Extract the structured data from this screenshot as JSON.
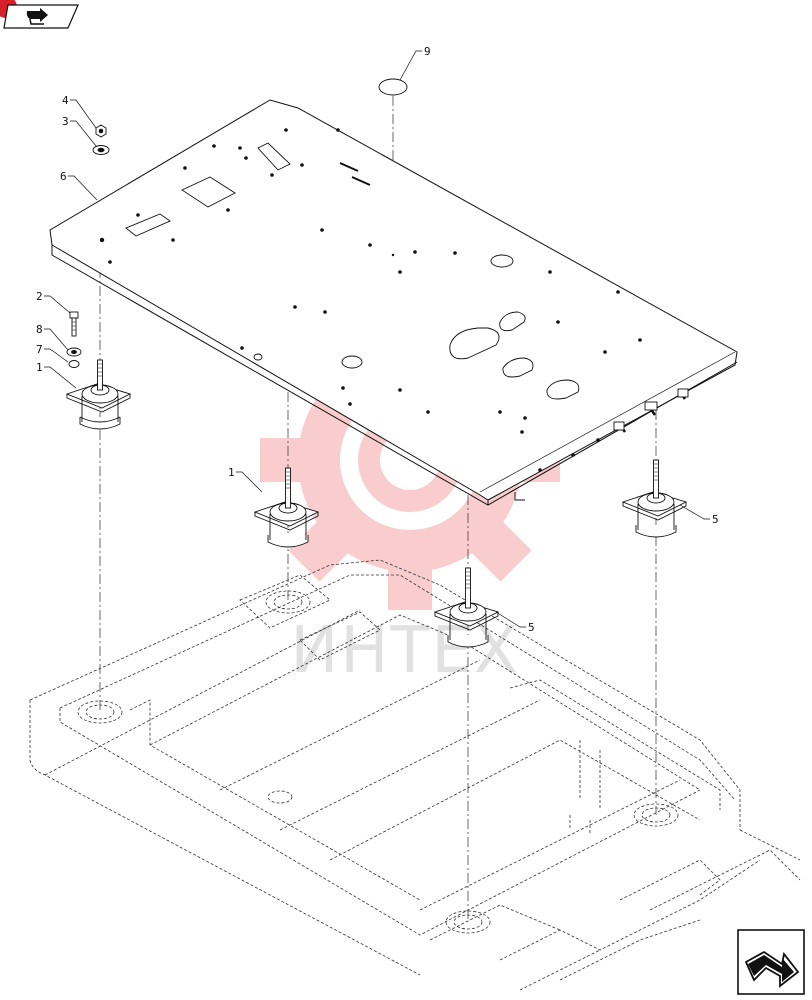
{
  "diagram": {
    "callouts": {
      "c1a": "1",
      "c1b": "1",
      "c2": "2",
      "c3": "3",
      "c4": "4",
      "c5a": "5",
      "c5b": "5",
      "c6": "6",
      "c7": "7",
      "c8": "8",
      "c9": "9"
    },
    "watermark": {
      "text": "ИНТЕХ",
      "color": "#f28b8b"
    }
  },
  "navigation": {
    "prev_icon": "back-arrow-icon",
    "next_icon": "forward-arrow-icon",
    "badge_color": "#d6202a"
  }
}
